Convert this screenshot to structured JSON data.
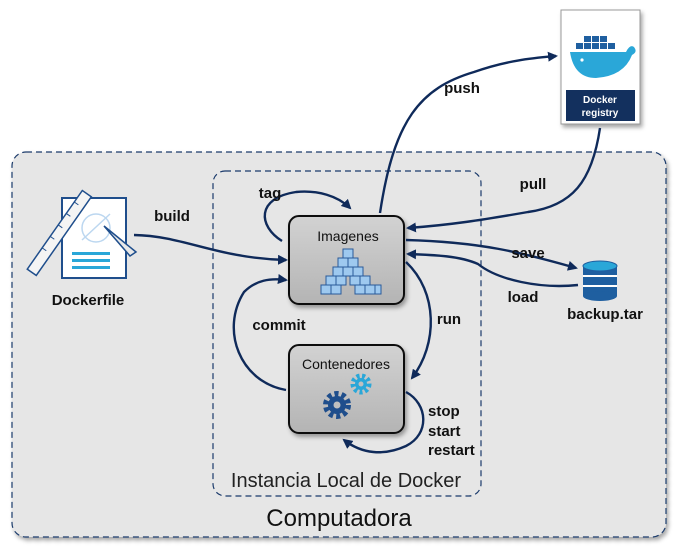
{
  "diagram": {
    "computer_label": "Computadora",
    "local_instance_label": "Instancia Local de Docker",
    "images_box_label": "Imagenes",
    "containers_box_label": "Contenedores",
    "dockerfile_label": "Dockerfile",
    "backup_label": "backup.tar",
    "registry_label_line1": "Docker",
    "registry_label_line2": "registry",
    "edges": {
      "build": "build",
      "tag": "tag",
      "push": "push",
      "pull": "pull",
      "save": "save",
      "load": "load",
      "run": "run",
      "commit": "commit",
      "stop": "stop",
      "start": "start",
      "restart": "restart"
    },
    "icons": {
      "dockerfile": "blueprint-document-icon",
      "images": "stacked-cubes-icon",
      "containers": "gears-icon",
      "backup": "database-icon",
      "registry": "docker-whale-icon"
    },
    "colors": {
      "arrow": "#0f2a5a",
      "panel": "#e6e6e6",
      "box": "#bfbfbf",
      "accent_blue": "#1f4e8c",
      "accent_cyan": "#2aa7d8"
    }
  }
}
